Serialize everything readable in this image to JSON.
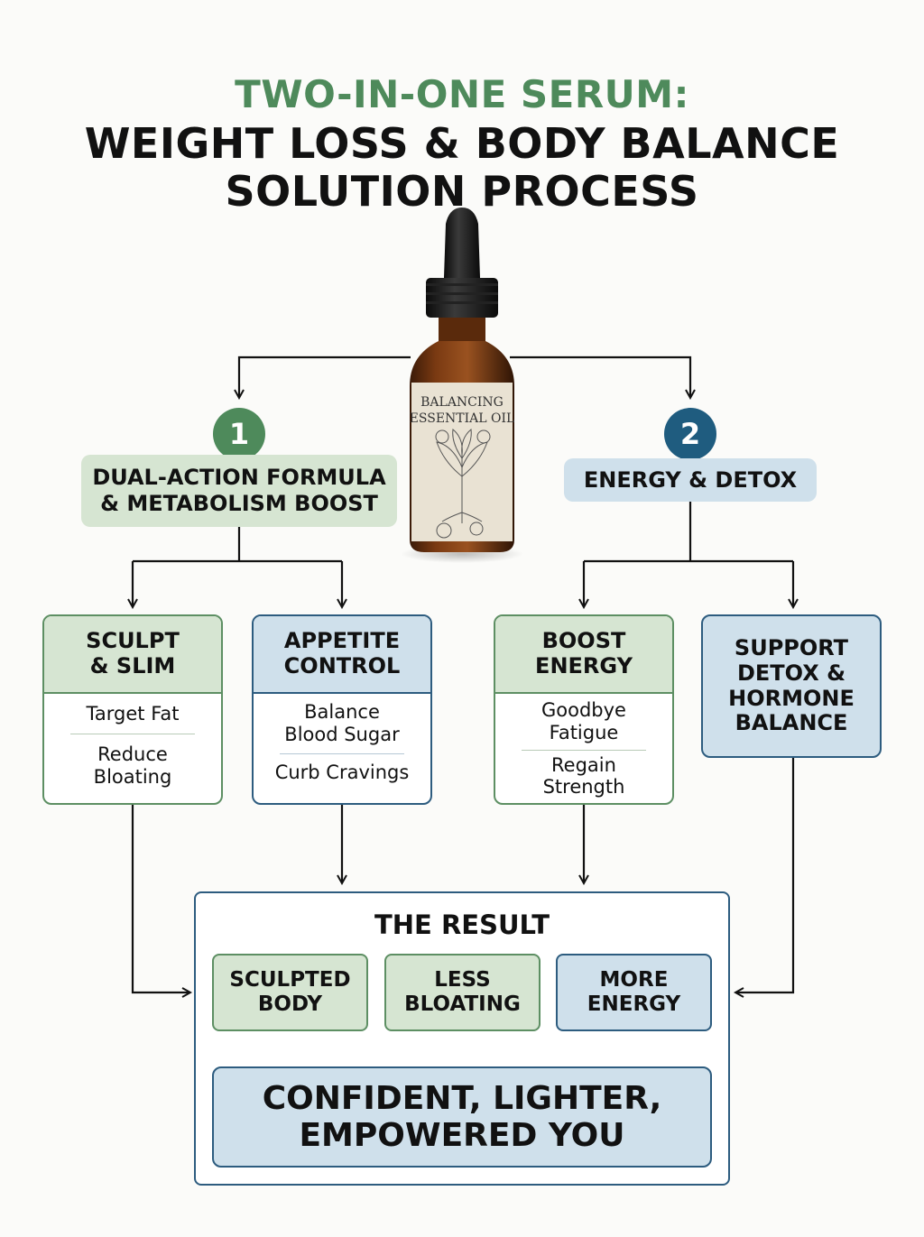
{
  "title": {
    "line1": "TWO-IN-ONE SERUM:",
    "line2": "WEIGHT LOSS & BODY BALANCE",
    "line3": "SOLUTION PROCESS"
  },
  "bottle": {
    "label_line1": "BALANCING",
    "label_line2": "ESSENTIAL OIL"
  },
  "branches": [
    {
      "number": "1",
      "title": "DUAL-ACTION FORMULA & METABOLISM BOOST",
      "title_line1": "DUAL-ACTION FORMULA",
      "title_line2": "& METABOLISM BOOST",
      "color": "#4e8a5b"
    },
    {
      "number": "2",
      "title": "ENERGY & DETOX",
      "color": "#1f5c7f"
    }
  ],
  "cards": {
    "sculpt": {
      "title_line1": "SCULPT",
      "title_line2": "& SLIM",
      "item1": "Target Fat",
      "item2_line1": "Reduce",
      "item2_line2": "Bloating"
    },
    "appetite": {
      "title_line1": "APPETITE",
      "title_line2": "CONTROL",
      "item1_line1": "Balance",
      "item1_line2": "Blood Sugar",
      "item2": "Curb Cravings"
    },
    "energy": {
      "title_line1": "BOOST",
      "title_line2": "ENERGY",
      "item1_line1": "Goodbye",
      "item1_line2": "Fatigue",
      "item2_line1": "Regain",
      "item2_line2": "Strength"
    },
    "support": {
      "line1": "SUPPORT",
      "line2": "DETOX &",
      "line3": "HORMONE",
      "line4": "BALANCE"
    }
  },
  "result": {
    "title": "THE RESULT",
    "chips": [
      {
        "line1": "SCULPTED",
        "line2": "BODY"
      },
      {
        "line1": "LESS",
        "line2": "BLOATING"
      },
      {
        "line1": "MORE",
        "line2": "ENERGY"
      }
    ],
    "final_line1": "CONFIDENT, LIGHTER,",
    "final_line2": "EMPOWERED YOU"
  },
  "colors": {
    "green_accent": "#4e8a5b",
    "blue_accent": "#1f5c7f",
    "green_fill": "#d6e5d2",
    "blue_fill": "#cfe0eb"
  }
}
